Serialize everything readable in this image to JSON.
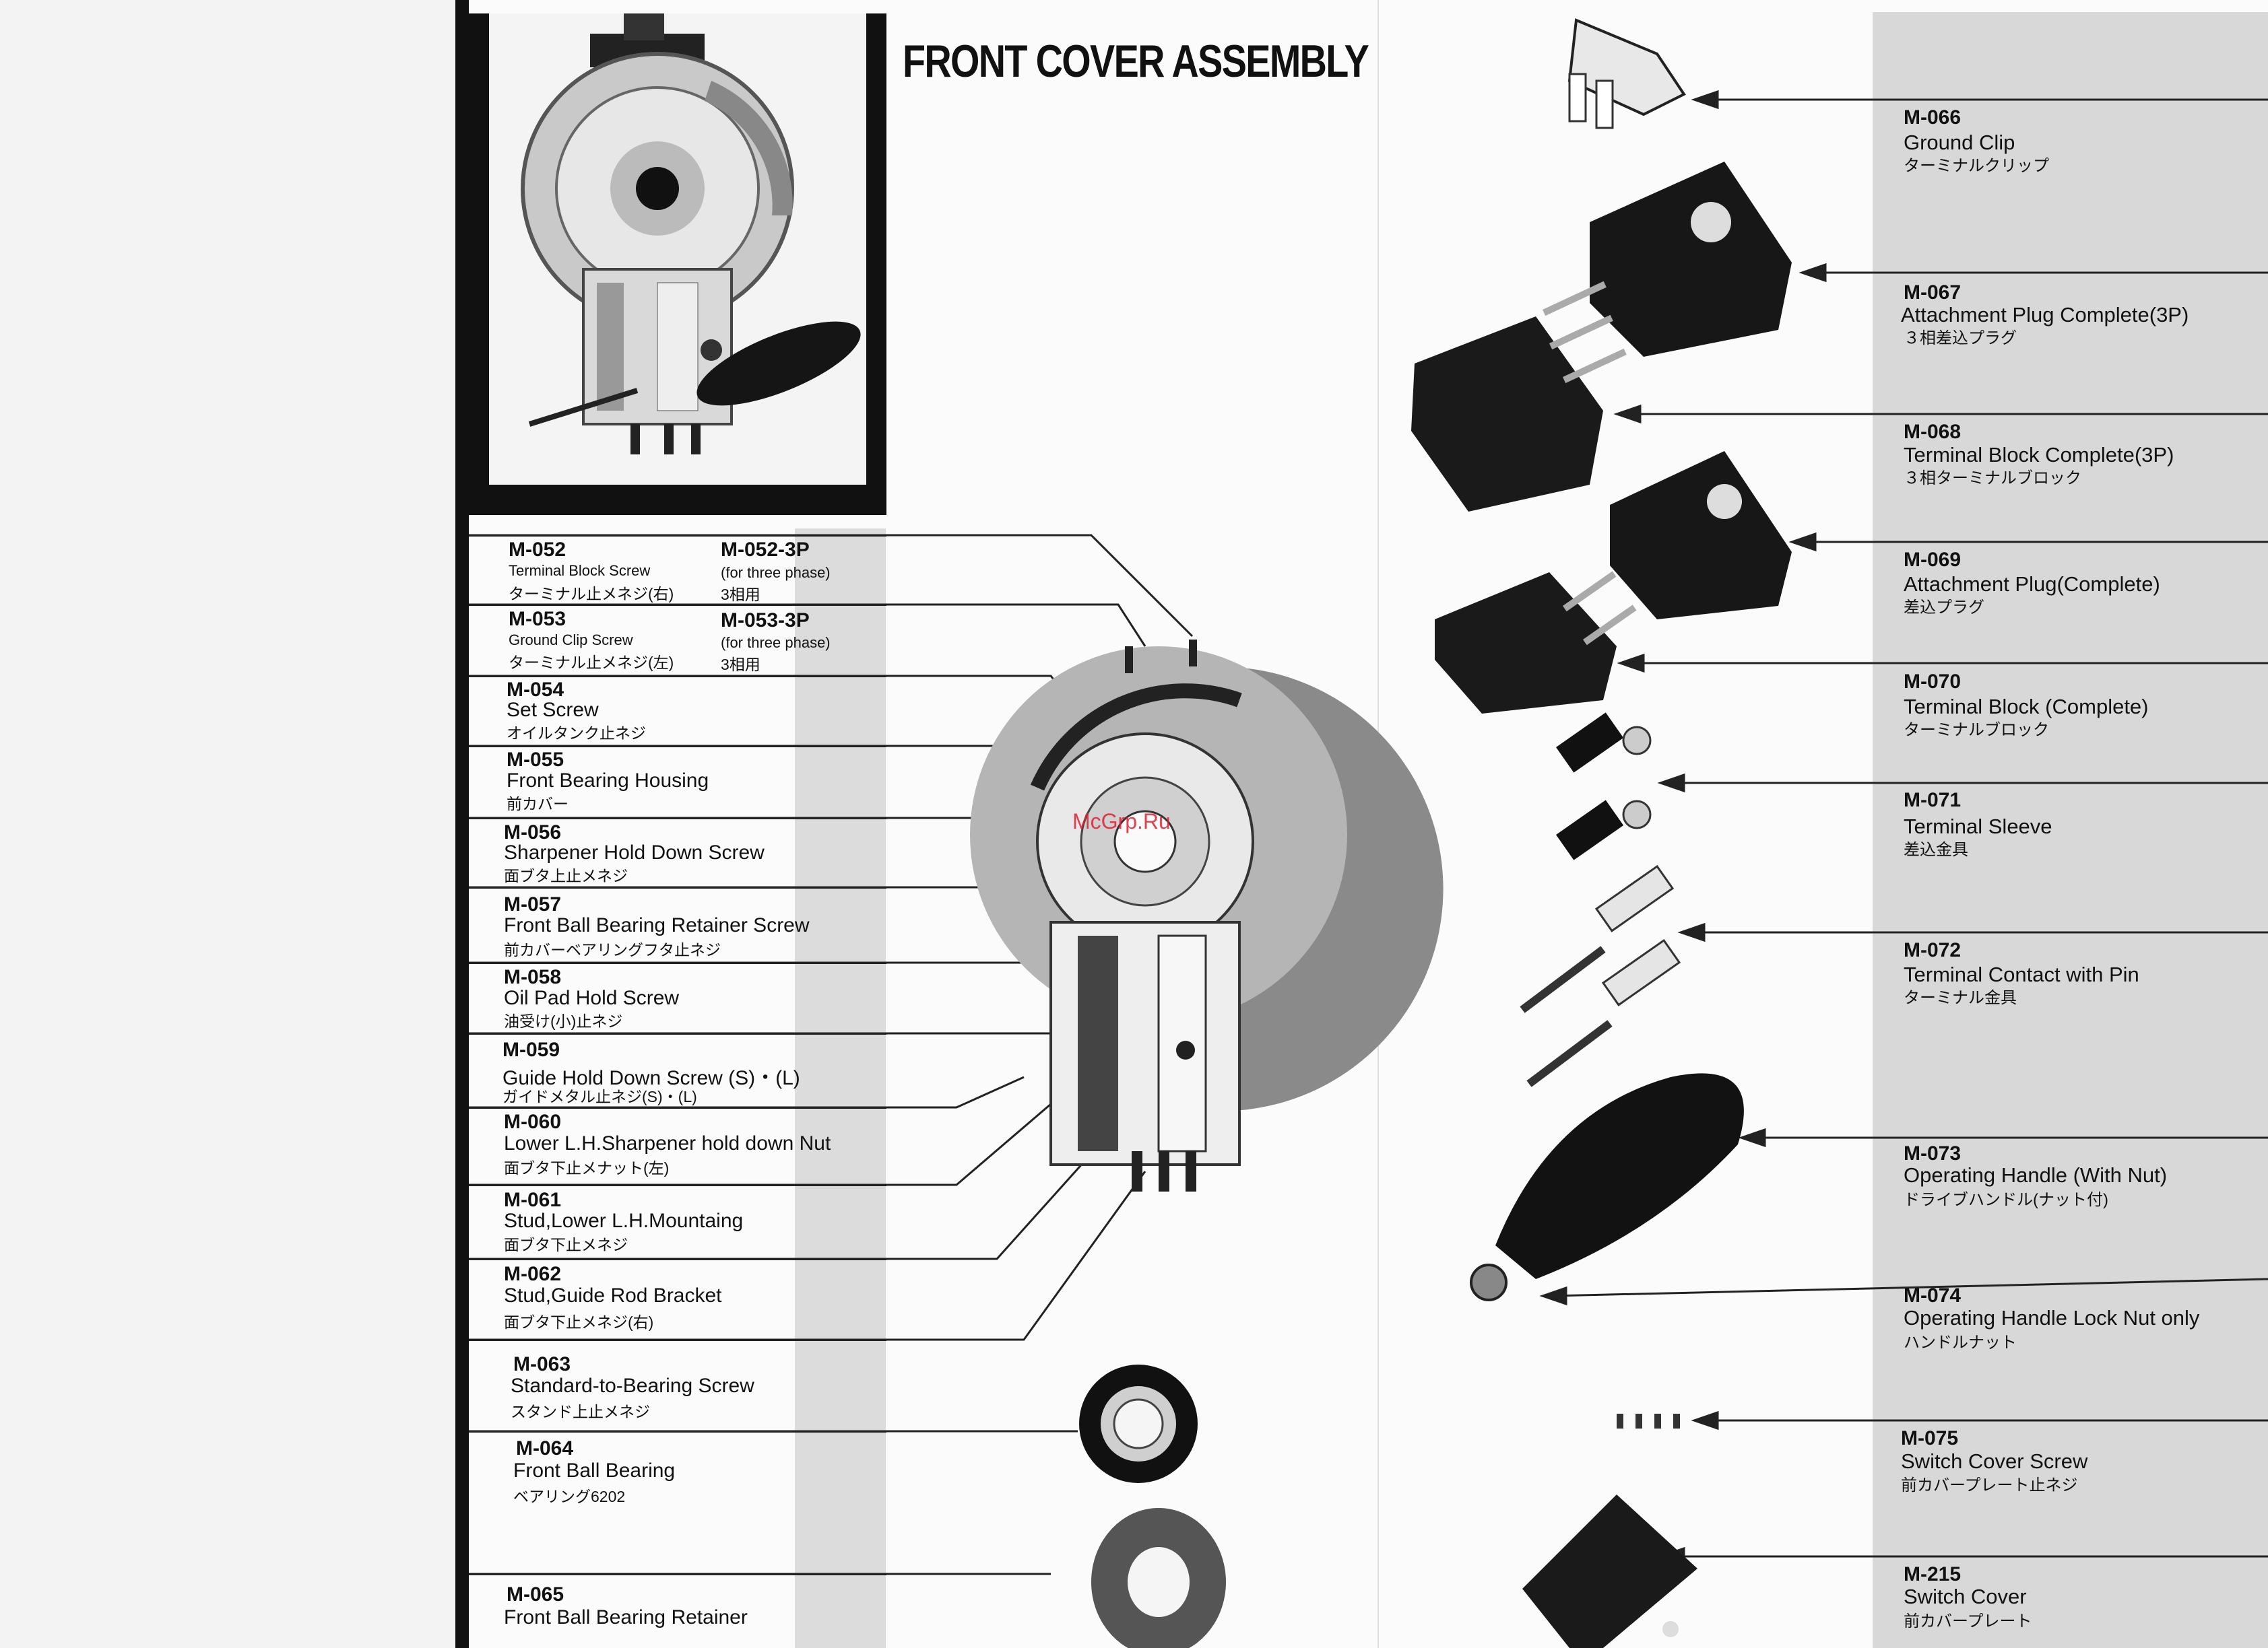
{
  "title": "FRONT COVER ASSEMBLY",
  "watermark": "McGrp.Ru",
  "left_parts": [
    {
      "code": "M-052",
      "en": "Terminal Block Screw",
      "jp": "ターミナル止メネジ(右)",
      "alt_code": "M-052-3P",
      "alt_en": "(for three phase)",
      "alt_jp": "3相用"
    },
    {
      "code": "M-053",
      "en": "Ground Clip Screw",
      "jp": "ターミナル止メネジ(左)",
      "alt_code": "M-053-3P",
      "alt_en": "(for three phase)",
      "alt_jp": "3相用"
    },
    {
      "code": "M-054",
      "en": "Set Screw",
      "jp": "オイルタンク止ネジ"
    },
    {
      "code": "M-055",
      "en": "Front Bearing Housing",
      "jp": "前カバー"
    },
    {
      "code": "M-056",
      "en": "Sharpener Hold Down Screw",
      "jp": "面ブタ上止メネジ"
    },
    {
      "code": "M-057",
      "en": "Front Ball Bearing Retainer Screw",
      "jp": "前カバーベアリングフタ止ネジ"
    },
    {
      "code": "M-058",
      "en": "Oil Pad Hold Screw",
      "jp": "油受け(小)止ネジ"
    },
    {
      "code": "M-059",
      "en": "Guide Hold Down Screw (S)・(L)",
      "jp": "ガイドメタル止ネジ(S)・(L)"
    },
    {
      "code": "M-060",
      "en": "Lower L.H.Sharpener hold down Nut",
      "jp": "面ブタ下止メナット(左)"
    },
    {
      "code": "M-061",
      "en": "Stud,Lower L.H.Mountaing",
      "jp": "面ブタ下止メネジ"
    },
    {
      "code": "M-062",
      "en": "Stud,Guide Rod Bracket",
      "jp": "面ブタ下止メネジ(右)"
    },
    {
      "code": "M-063",
      "en": "Standard-to-Bearing Screw",
      "jp": "スタンド上止メネジ"
    },
    {
      "code": "M-064",
      "en": "Front Ball Bearing",
      "jp": "ベアリング6202"
    },
    {
      "code": "M-065",
      "en": "Front Ball Bearing Retainer",
      "jp": ""
    }
  ],
  "right_parts": [
    {
      "code": "M-066",
      "en": "Ground Clip",
      "jp": "ターミナルクリップ"
    },
    {
      "code": "M-067",
      "en": "Attachment Plug Complete(3P)",
      "jp": "３相差込プラグ"
    },
    {
      "code": "M-068",
      "en": "Terminal Block Complete(3P)",
      "jp": "３相ターミナルブロック"
    },
    {
      "code": "M-069",
      "en": "Attachment Plug(Complete)",
      "jp": "差込プラグ"
    },
    {
      "code": "M-070",
      "en": "Terminal Block (Complete)",
      "jp": "ターミナルブロック"
    },
    {
      "code": "M-071",
      "en": "Terminal Sleeve",
      "jp": "差込金具"
    },
    {
      "code": "M-072",
      "en": "Terminal Contact with Pin",
      "jp": "ターミナル金具"
    },
    {
      "code": "M-073",
      "en": "Operating Handle (With Nut)",
      "jp": "ドライブハンドル(ナット付)"
    },
    {
      "code": "M-074",
      "en": "Operating Handle Lock Nut only",
      "jp": "ハンドルナット"
    },
    {
      "code": "M-075",
      "en": "Switch Cover Screw",
      "jp": "前カバープレート止ネジ"
    },
    {
      "code": "M-215",
      "en": "Switch Cover",
      "jp": "前カバープレート"
    }
  ]
}
